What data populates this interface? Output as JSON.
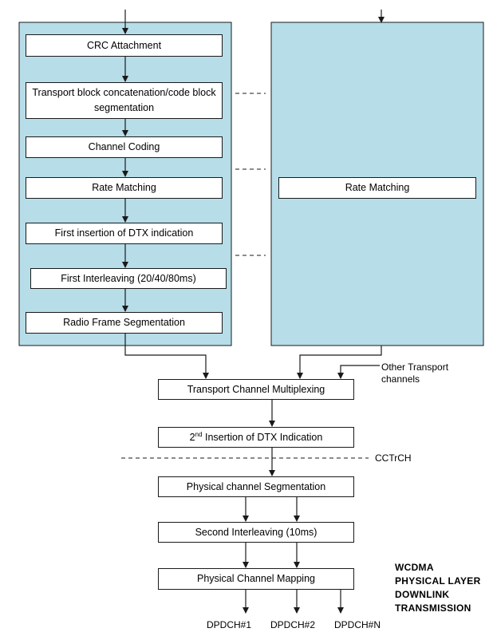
{
  "blocks": {
    "crc": "CRC Attachment",
    "concat": "Transport block concatenation/code block segmentation",
    "coding": "Channel Coding",
    "rate_left": "Rate Matching",
    "dtx1": "First insertion of DTX indication",
    "interleave1": "First Interleaving (20/40/80ms)",
    "rfseg": "Radio Frame Segmentation",
    "rate_right": "Rate Matching",
    "tcm": "Transport Channel Multiplexing",
    "dtx2_num": "2",
    "dtx2_sup": "nd",
    "dtx2_rest": " Insertion of DTX Indication",
    "phys_seg": "Physical channel Segmentation",
    "interleave2": "Second Interleaving (10ms)",
    "mapping": "Physical Channel Mapping"
  },
  "labels": {
    "other_line1": "Other Transport",
    "other_line2": "channels",
    "cctrch": "CCTrCH",
    "outputs": [
      "DPDCH#1",
      "DPDCH#2",
      "DPDCH#N"
    ]
  },
  "title": {
    "line1": "WCDMA",
    "line2": "PHYSICAL LAYER",
    "line3": "DOWNLINK",
    "line4": "TRANSMISSION"
  },
  "colors": {
    "panel_fill": "#b6dde8",
    "line": "#1a1a1a"
  }
}
